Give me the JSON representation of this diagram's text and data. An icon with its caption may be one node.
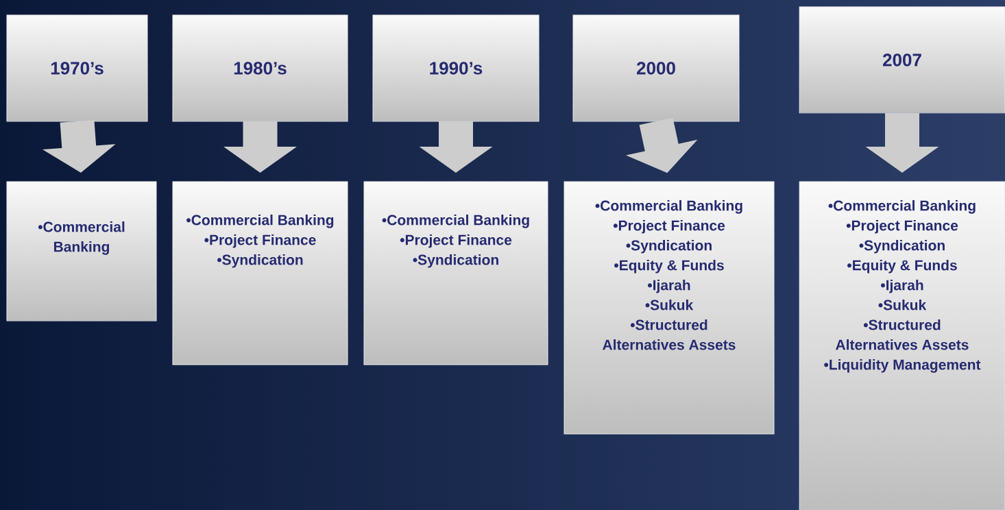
{
  "diagram": {
    "nodes": [
      {
        "text": [
          "1970’s"
        ]
      },
      {
        "text": [
          "1980’s"
        ]
      },
      {
        "text": [
          "1990’s"
        ]
      },
      {
        "text": [
          "2000"
        ]
      },
      {
        "text": [
          "2007"
        ]
      },
      {
        "text": [
          "•Commercial Banking"
        ]
      },
      {
        "text": [
          "•Commercial Banking",
          "•Project Finance",
          "•Syndication"
        ]
      },
      {
        "text": [
          "•Commercial Banking",
          "•Project Finance",
          "•Syndication"
        ]
      },
      {
        "text": [
          "•Commercial Banking",
          "•Project Finance",
          "•Syndication",
          "•Equity & Funds",
          "•Ijarah",
          "•Sukuk",
          "•Structured Alternatives Assets"
        ]
      },
      {
        "text": [
          "•Commercial Banking",
          "•Project Finance",
          "•Syndication",
          "•Equity & Funds",
          "•Ijarah",
          "•Sukuk",
          "•Structured Alternatives Assets",
          "•Liquidity Management"
        ]
      }
    ],
    "edges": [
      {
        "from": 0,
        "to": 5,
        "arrow": "to"
      },
      {
        "from": 1,
        "to": 6,
        "arrow": "to"
      },
      {
        "from": 2,
        "to": 7,
        "arrow": "to"
      },
      {
        "from": 3,
        "to": 8,
        "arrow": "to"
      },
      {
        "from": 4,
        "to": 9,
        "arrow": "to"
      }
    ]
  }
}
